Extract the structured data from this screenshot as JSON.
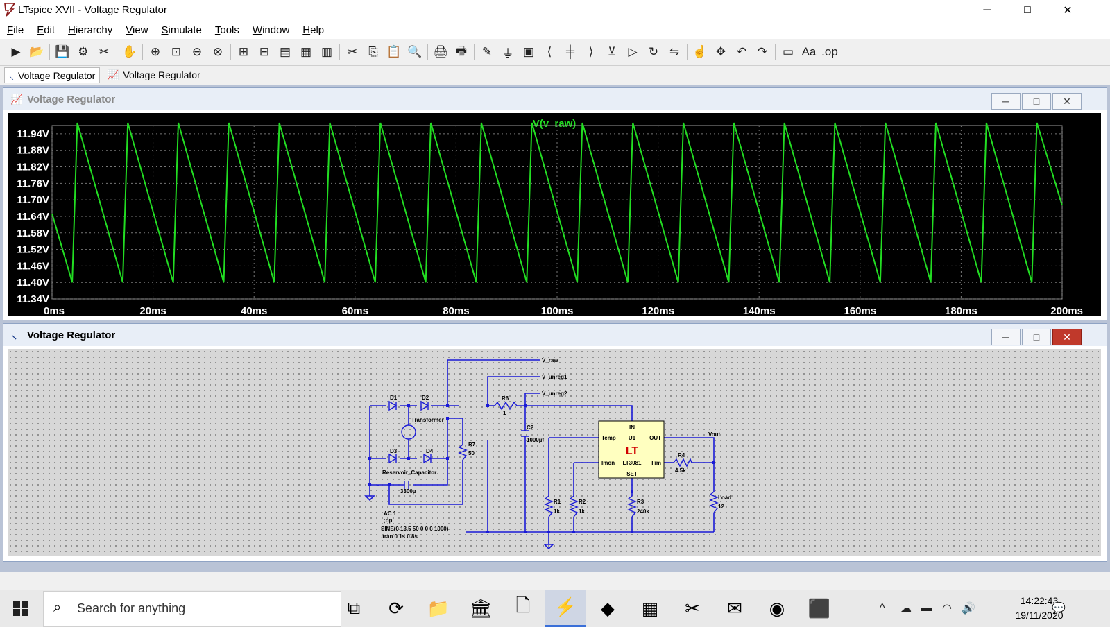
{
  "window": {
    "title": "LTspice XVII - Voltage Regulator",
    "minimize": "─",
    "maximize": "□",
    "close": "✕"
  },
  "menu": [
    "File",
    "Edit",
    "Hierarchy",
    "View",
    "Simulate",
    "Tools",
    "Window",
    "Help"
  ],
  "toolbar_icons": [
    "run-icon",
    "open-icon",
    "save-icon",
    "control-panel-icon",
    "halt-icon",
    "pan-icon",
    "zoom-in-icon",
    "zoom-area-icon",
    "zoom-out-icon",
    "zoom-cancel-icon",
    "autorange-icon",
    "mark-icon",
    "tile-horizontal-icon",
    "cascade-icon",
    "tile-vertical-icon",
    "cut-icon",
    "copy-icon",
    "paste-icon",
    "find-icon",
    "print-icon",
    "print-preview-icon",
    "wire-icon",
    "ground-icon",
    "label-icon",
    "resistor-icon",
    "capacitor-icon",
    "inductor-icon",
    "diode-icon",
    "component-icon",
    "rotate-icon",
    "mirror-icon",
    "drag-icon",
    "move-icon",
    "undo-icon",
    "redo-icon",
    "spice-directive-icon",
    "text-icon",
    "op-icon"
  ],
  "toolbar_glyphs": [
    "▶",
    "📂",
    "💾",
    "⚙",
    "✂",
    "✋",
    "⊕",
    "⊡",
    "⊖",
    "⊗",
    "⊞",
    "⊟",
    "▤",
    "▦",
    "▥",
    "✂",
    "⎘",
    "📋",
    "🔍",
    "🖨",
    "🖶",
    "✎",
    "⏚",
    "▣",
    "⟨",
    "╪",
    "⟩",
    "⊻",
    "▷",
    "↻",
    "⇋",
    "☝",
    "✥",
    "↶",
    "↷",
    "▭",
    "Aa",
    ".op"
  ],
  "tabs": [
    "Voltage Regulator",
    "Voltage Regulator"
  ],
  "plot": {
    "window_title": "Voltage Regulator",
    "trace_label": "V(v_raw)",
    "trace_color": "#22dd22",
    "y_ticks": [
      "11.94V",
      "11.88V",
      "11.82V",
      "11.76V",
      "11.70V",
      "11.64V",
      "11.58V",
      "11.52V",
      "11.46V",
      "11.40V",
      "11.34V"
    ],
    "x_ticks": [
      "0ms",
      "20ms",
      "40ms",
      "60ms",
      "80ms",
      "100ms",
      "120ms",
      "140ms",
      "160ms",
      "180ms",
      "200ms"
    ]
  },
  "chart_data": {
    "type": "line",
    "title": "V(v_raw)",
    "xlabel": "",
    "ylabel": "",
    "x_unit": "ms",
    "y_unit": "V",
    "xlim": [
      0,
      200
    ],
    "ylim": [
      11.34,
      11.97
    ],
    "grid": true,
    "series": [
      {
        "name": "V(v_raw)",
        "color": "#22dd22",
        "x": [
          0,
          4,
          5,
          14,
          15,
          24,
          25,
          34,
          35,
          44,
          45,
          54,
          55,
          64,
          65,
          74,
          75,
          84,
          85,
          94,
          95,
          104,
          105,
          114,
          115,
          124,
          125,
          134,
          135,
          144,
          145,
          154,
          155,
          164,
          165,
          174,
          175,
          184,
          185,
          194,
          195,
          200
        ],
        "y": [
          11.65,
          11.4,
          11.98,
          11.4,
          11.98,
          11.4,
          11.98,
          11.4,
          11.98,
          11.4,
          11.98,
          11.4,
          11.98,
          11.4,
          11.98,
          11.4,
          11.98,
          11.4,
          11.98,
          11.4,
          11.98,
          11.4,
          11.98,
          11.4,
          11.98,
          11.4,
          11.98,
          11.4,
          11.98,
          11.4,
          11.98,
          11.4,
          11.98,
          11.4,
          11.98,
          11.4,
          11.98,
          11.4,
          11.98,
          11.4,
          11.98,
          11.68
        ]
      }
    ]
  },
  "schematic": {
    "window_title": "Voltage Regulator",
    "net_labels": [
      "V_raw",
      "V_unreg1",
      "V_unreg2",
      "Vout"
    ],
    "components": [
      {
        "ref": "D1",
        "value": ""
      },
      {
        "ref": "D2",
        "value": ""
      },
      {
        "ref": "D3",
        "value": ""
      },
      {
        "ref": "D4",
        "value": ""
      },
      {
        "ref": "Transformer",
        "value": ""
      },
      {
        "ref": "R6",
        "value": "1"
      },
      {
        "ref": "R7",
        "value": "50"
      },
      {
        "ref": "C2",
        "value": "1000µf"
      },
      {
        "ref": "Reservoir_Capacitor",
        "value": "3300µ"
      },
      {
        "ref": "R1",
        "value": "1k"
      },
      {
        "ref": "R2",
        "value": "1k"
      },
      {
        "ref": "R3",
        "value": "240k"
      },
      {
        "ref": "R4",
        "value": "4.5k"
      },
      {
        "ref": "Load",
        "value": "12"
      }
    ],
    "ic": {
      "ref": "U1",
      "part": "LT3081",
      "pins": [
        "IN",
        "Temp",
        "OUT",
        "Imon",
        "Ilim",
        "SET"
      ]
    },
    "directives": [
      "AC 1",
      ";op",
      "SINE(0 13.5 50 0 0 0 1000)",
      ".tran 0 1s 0.8s"
    ]
  },
  "taskbar": {
    "search_placeholder": "Search for anything",
    "apps": [
      "task-view-icon",
      "sync-icon",
      "file-explorer-icon",
      "bank-icon",
      "notepad-icon",
      "ltspice-icon",
      "app-icon",
      "calculator-icon",
      "snipping-tool-icon",
      "mail-icon",
      "edge-icon",
      "acrobat-icon"
    ],
    "app_glyphs": [
      "⧉",
      "⟳",
      "📁",
      "🏛",
      "🗋",
      "⚡",
      "◆",
      "▦",
      "✂",
      "✉",
      "◉",
      "⬛"
    ],
    "tray_glyphs": [
      "^",
      "☁",
      "▬",
      "◠",
      "🔊",
      "💬"
    ],
    "time": "14:22:43",
    "date": "19/11/2020"
  }
}
